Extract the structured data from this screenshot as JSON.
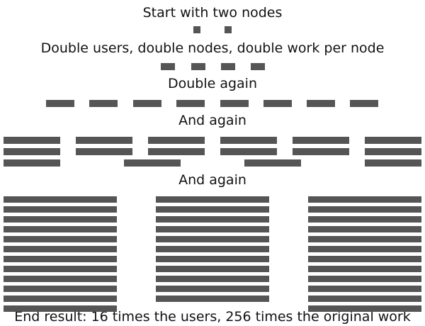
{
  "captions": {
    "start": "Start with two nodes",
    "double": "Double users, double nodes, double work per node",
    "again1": "Double again",
    "again2": "And again",
    "again3": "And again",
    "result": "End result: 16 times the users, 256 times the original work"
  },
  "stages": [
    {
      "name": "start",
      "nodes": 2,
      "work_per_node": 1
    },
    {
      "name": "double",
      "nodes": 4,
      "work_per_node": 2
    },
    {
      "name": "double-again",
      "nodes": 8,
      "work_per_node": 4
    },
    {
      "name": "and-again-1",
      "nodes": 16,
      "work_per_node": 8
    },
    {
      "name": "and-again-2",
      "nodes": 32,
      "work_per_node": 16
    }
  ],
  "colors": {
    "bar": "#555555",
    "text": "#111111",
    "background": "#ffffff"
  }
}
